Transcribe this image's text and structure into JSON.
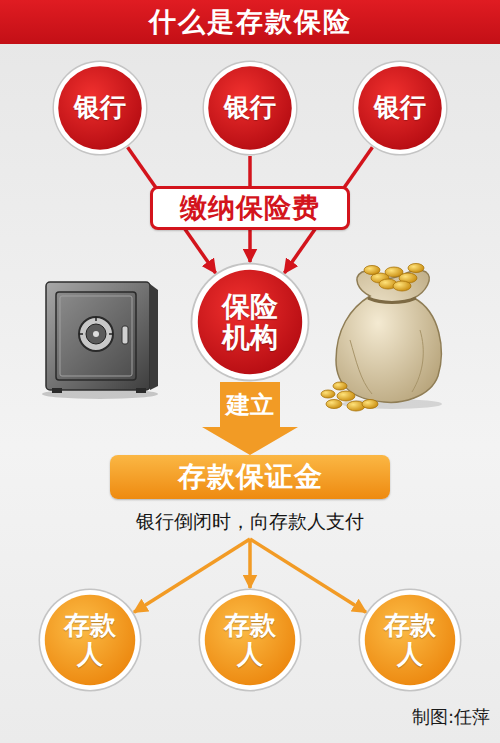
{
  "diagram": {
    "title": "什么是存款保险",
    "nodes": [
      {
        "text": [
          "银行"
        ]
      },
      {
        "text": [
          "银行"
        ]
      },
      {
        "text": [
          "银行"
        ]
      },
      {
        "text": [
          "缴纳保险费"
        ]
      },
      {
        "text": [
          "保险 机构"
        ]
      },
      {
        "text": [
          "存款保证金",
          "银行倒闭时，向存款人支付"
        ]
      },
      {
        "text": [
          "存款 人"
        ]
      },
      {
        "text": [
          "存款 人"
        ]
      },
      {
        "text": [
          "存款 人"
        ]
      }
    ],
    "edges": [
      {
        "from": 0,
        "to": 4,
        "arrow": "to"
      },
      {
        "from": 1,
        "to": 4,
        "arrow": "to"
      },
      {
        "from": 2,
        "to": 4,
        "arrow": "to"
      },
      {
        "from": 4,
        "to": 5,
        "label": "建立",
        "arrow": "to"
      },
      {
        "from": 5,
        "to": 6,
        "arrow": "to"
      },
      {
        "from": 5,
        "to": 7,
        "arrow": "to"
      },
      {
        "from": 5,
        "to": 8,
        "arrow": "to"
      }
    ],
    "labels": [
      "制图:任萍"
    ]
  }
}
